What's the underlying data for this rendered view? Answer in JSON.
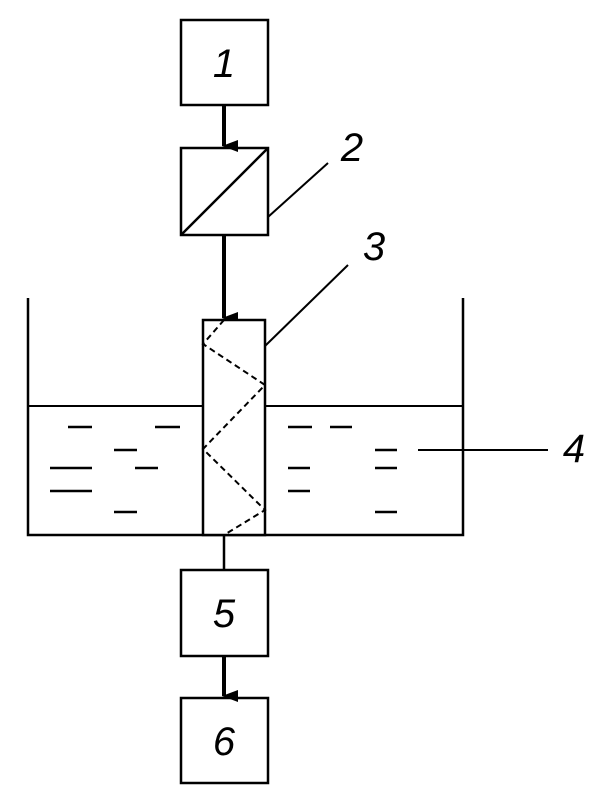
{
  "diagram": {
    "blocks": [
      {
        "id": "block-1",
        "label": "1"
      },
      {
        "id": "block-2",
        "label": ""
      },
      {
        "id": "block-5",
        "label": "5"
      },
      {
        "id": "block-6",
        "label": "6"
      }
    ],
    "callouts": [
      {
        "id": "callout-2",
        "label": "2"
      },
      {
        "id": "callout-3",
        "label": "3"
      },
      {
        "id": "callout-4",
        "label": "4"
      }
    ]
  },
  "colors": {
    "stroke": "#000000",
    "background": "#ffffff"
  }
}
